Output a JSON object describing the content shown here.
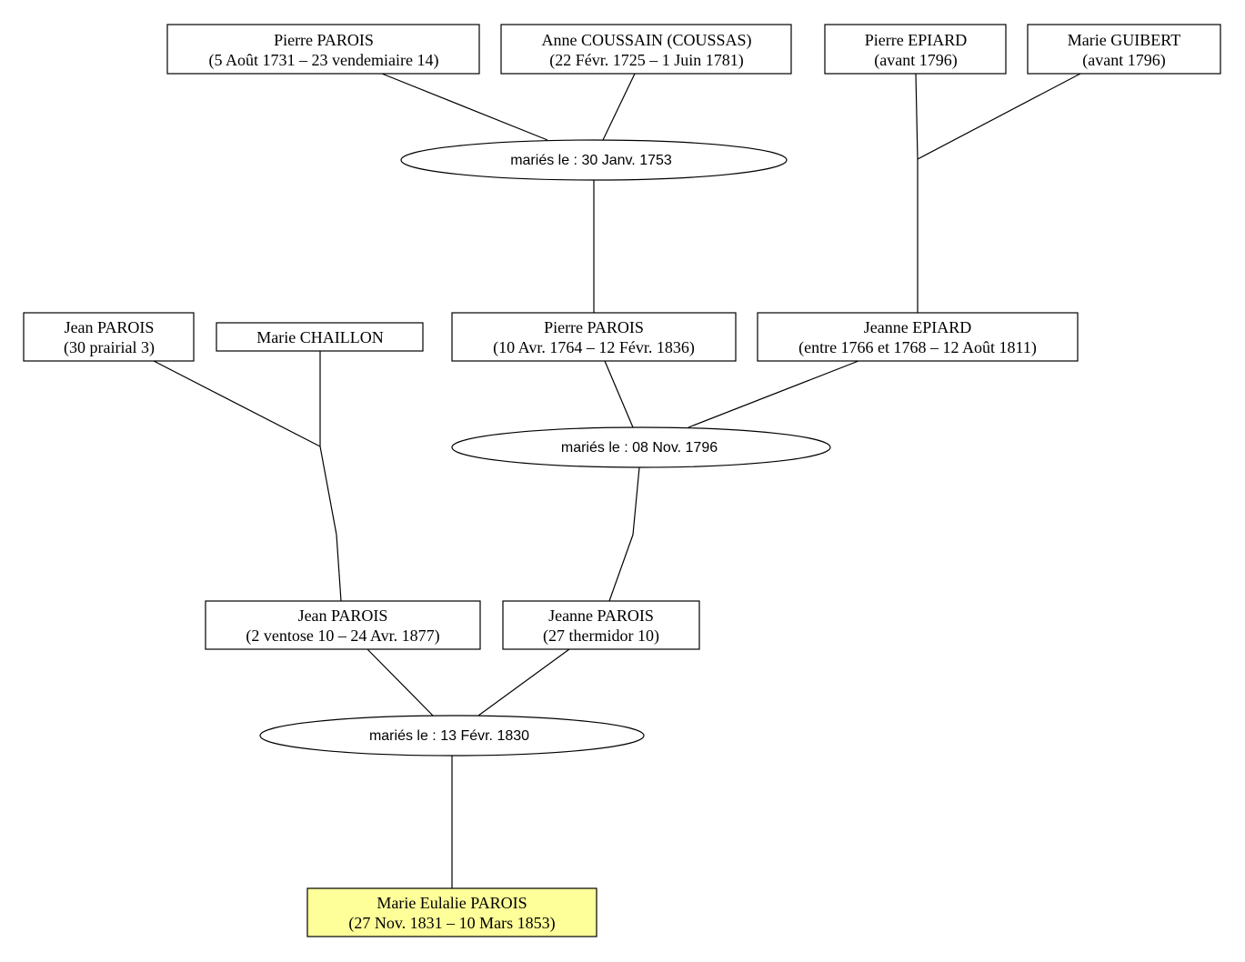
{
  "people": {
    "pierre_parois_1731": {
      "name": "Pierre PAROIS",
      "dates": "(5 Août 1731 – 23 vendemiaire 14)"
    },
    "anne_coussain": {
      "name": "Anne COUSSAIN (COUSSAS)",
      "dates": "(22 Févr. 1725 – 1 Juin 1781)"
    },
    "pierre_epiard": {
      "name": "Pierre EPIARD",
      "dates": "(avant 1796)"
    },
    "marie_guibert": {
      "name": "Marie GUIBERT",
      "dates": "(avant 1796)"
    },
    "jean_parois_p3": {
      "name": "Jean PAROIS",
      "dates": "(30 prairial 3)"
    },
    "marie_chaillon": {
      "name": "Marie CHAILLON",
      "dates": ""
    },
    "pierre_parois_1764": {
      "name": "Pierre PAROIS",
      "dates": "(10 Avr. 1764 – 12 Févr. 1836)"
    },
    "jeanne_epiard": {
      "name": "Jeanne EPIARD",
      "dates": "(entre 1766 et 1768 – 12 Août 1811)"
    },
    "jean_parois_v10": {
      "name": "Jean PAROIS",
      "dates": "(2 ventose 10 – 24 Avr. 1877)"
    },
    "jeanne_parois": {
      "name": "Jeanne PAROIS",
      "dates": "(27 thermidor 10)"
    },
    "marie_eulalie_parois": {
      "name": "Marie Eulalie PAROIS",
      "dates": "(27 Nov. 1831 – 10 Mars 1853)"
    }
  },
  "marriages": {
    "m1753": {
      "label": "mariés le : 30 Janv. 1753"
    },
    "m1796": {
      "label": "mariés le : 08 Nov. 1796"
    },
    "m1830": {
      "label": "mariés le : 13 Févr. 1830"
    }
  },
  "colors": {
    "highlight": "#ffff99",
    "line": "#000000"
  }
}
